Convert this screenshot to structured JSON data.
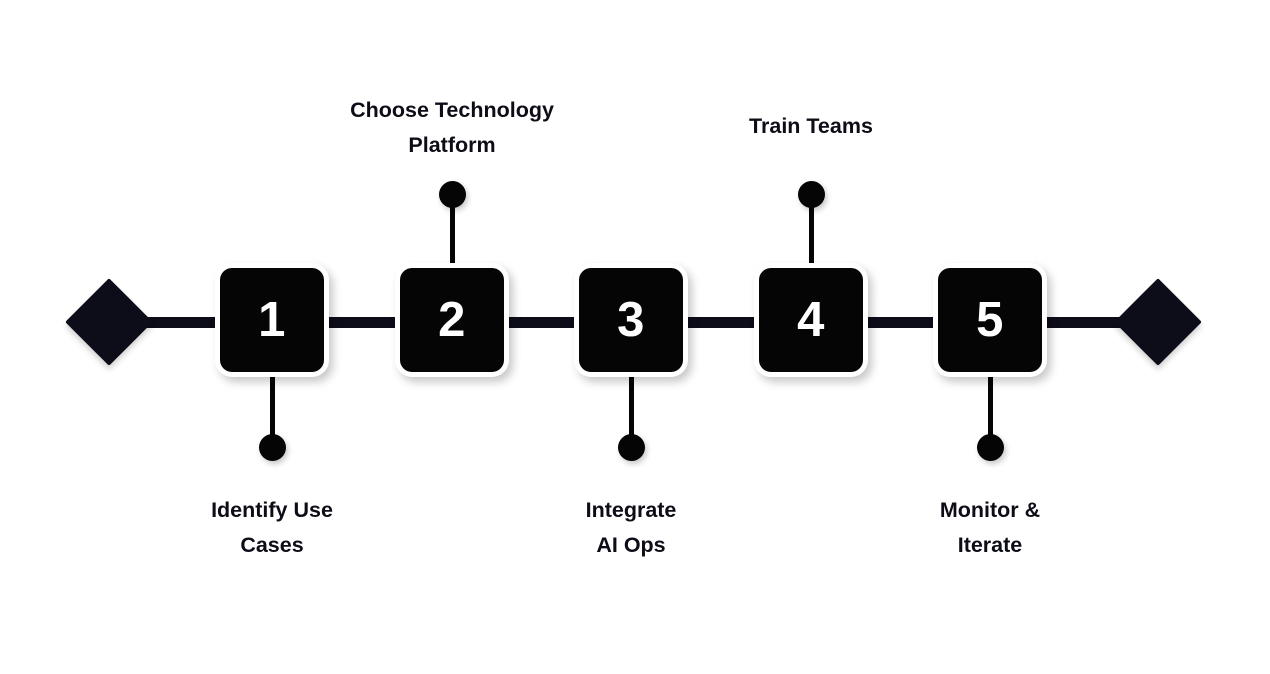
{
  "diagram": {
    "type": "process-timeline",
    "orientation": "horizontal",
    "background_color": "#ffffff",
    "accent_color": "#050505",
    "axis_color": "#0d0d1a",
    "number_text_color": "#ffffff",
    "label_text_color": "#0d0d17",
    "step_count": 5,
    "axis": {
      "start_marker": "diamond",
      "end_marker": "diamond"
    },
    "steps": [
      {
        "number": "1",
        "label": "Identify Use\nCases",
        "marker_side": "below",
        "label_lines": 2
      },
      {
        "number": "2",
        "label": "Choose Technology\nPlatform",
        "marker_side": "above",
        "label_lines": 2
      },
      {
        "number": "3",
        "label": "Integrate\nAI Ops",
        "marker_side": "below",
        "label_lines": 2
      },
      {
        "number": "4",
        "label": "Train Teams",
        "marker_side": "above",
        "label_lines": 1
      },
      {
        "number": "5",
        "label": "Monitor &\nIterate",
        "marker_side": "below",
        "label_lines": 2
      }
    ]
  }
}
